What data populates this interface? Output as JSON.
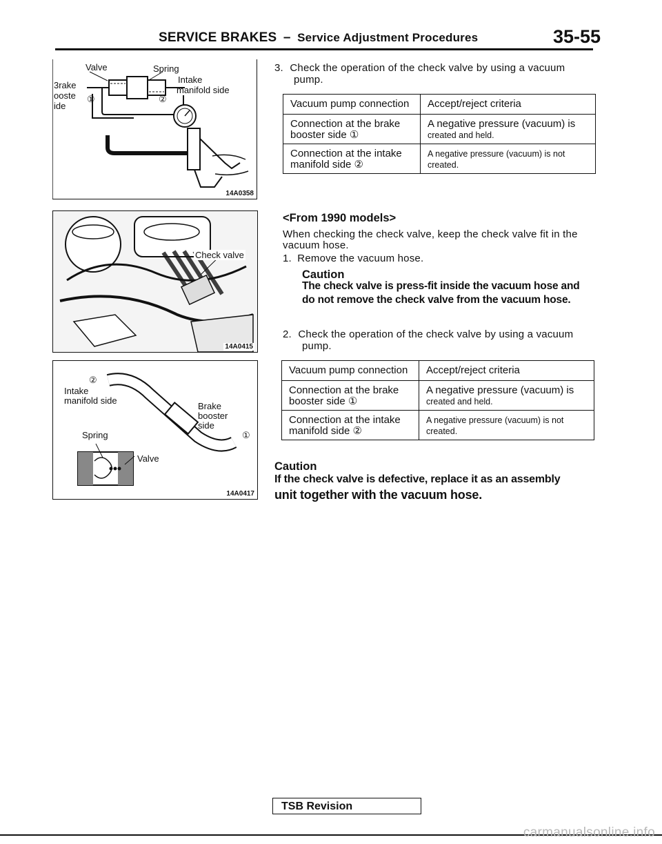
{
  "header": {
    "title": "SERVICE BRAKES",
    "dash": "–",
    "subtitle": "Service Adjustment Procedures",
    "page_number": "35-55"
  },
  "figures": {
    "fig1": {
      "code": "14A0358",
      "labels": {
        "valve": "Valve",
        "spring": "Spring",
        "brake_booster_side": [
          "3rake",
          "ooste",
          "ide"
        ],
        "intake": "Intake",
        "manifold_side": "manifold side",
        "mark1": "①",
        "mark2": "②"
      }
    },
    "fig2": {
      "code": "14A0415",
      "labels": {
        "check_valve": "Check valve"
      }
    },
    "fig3": {
      "code": "14A0417",
      "labels": {
        "mark2": "②",
        "intake": "Intake",
        "manifold_side": "manifold side",
        "brake": "Brake",
        "booster": "booster",
        "side": "side",
        "spring": "Spring",
        "valve": "Valve",
        "mark1": "①"
      }
    }
  },
  "step3": {
    "num": "3.",
    "text": "Check the operation of the check valve by using a vacuum",
    "cont": "pump."
  },
  "table1": {
    "headers": [
      "Vacuum pump connection",
      "Accept/reject criteria"
    ],
    "rows": [
      {
        "c1a": "Connection at the brake",
        "c1b": "booster side ①",
        "c2a": "A negative pressure (vacuum) is",
        "c2b": "created and held."
      },
      {
        "c1a": "Connection at the intake",
        "c1b": "manifold side ②",
        "c2a": "A negative pressure (vacuum) is not",
        "c2b": "created."
      }
    ]
  },
  "section": {
    "heading": "<From 1990 models>",
    "intro_line1": "When checking the check valve, keep the check valve fit in the",
    "intro_line2": "vacuum hose.",
    "step1_num": "1.",
    "step1": "Remove the vacuum hose.",
    "caution_heading": "Caution",
    "caution_line1": "The check valve is press-fit inside the vacuum hose and",
    "caution_line2": "do not remove the check valve from the vacuum hose."
  },
  "step2": {
    "num": "2.",
    "text": "Check the operation of the check valve by using a vacuum",
    "cont": "pump."
  },
  "table2": {
    "headers": [
      "Vacuum pump connection",
      "Accept/reject criteria"
    ],
    "rows": [
      {
        "c1a": "Connection at the brake",
        "c1b": "booster side ①",
        "c2a": "A negative pressure (vacuum) is",
        "c2b": "created and held."
      },
      {
        "c1a": "Connection at the intake",
        "c1b": "manifold side ②",
        "c2a": "A negative pressure (vacuum) is not",
        "c2b": "created."
      }
    ]
  },
  "final_caution": {
    "heading": "Caution",
    "line1": "If the check valve is defective, replace it as an assembly",
    "line2": "unit together with the vacuum hose."
  },
  "footer": {
    "tsb": "TSB Revision",
    "watermark": "carmanualsonline.info"
  }
}
